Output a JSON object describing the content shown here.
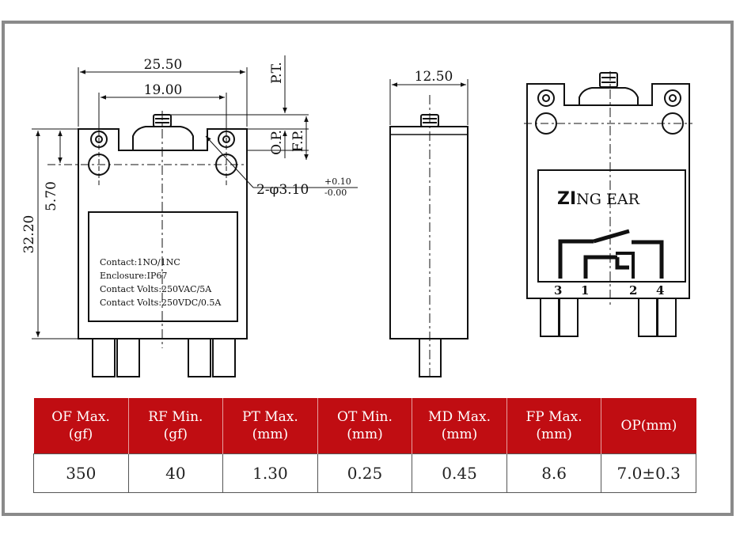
{
  "dimensions": {
    "width_overall": "25.50",
    "hole_spacing": "19.00",
    "height_overall": "32.20",
    "height_partial": "5.70",
    "depth": "12.50",
    "pt": "P.T.",
    "op": "O.P.",
    "fp": "F.P.",
    "hole_prefix": "2-φ3.10",
    "hole_tol_plus": "+0.10",
    "hole_tol_minus": "-0.00"
  },
  "front_label": {
    "line1": "Contact:1NO/1NC",
    "line2": "Enclosure:IP67",
    "line3": "Contact Volts:250VAC/5A",
    "line4": "Contact Volts:250VDC/0.5A"
  },
  "rear_label": {
    "brand_bold": "ZI",
    "brand_rest": "NG EAR",
    "terminals": [
      "3",
      "1",
      "2",
      "4"
    ]
  },
  "table": {
    "headers": [
      {
        "line1": "OF Max.",
        "line2": "(gf)"
      },
      {
        "line1": "RF Min.",
        "line2": "(gf)"
      },
      {
        "line1": "PT Max.",
        "line2": "(mm)"
      },
      {
        "line1": "OT Min.",
        "line2": "(mm)"
      },
      {
        "line1": "MD Max.",
        "line2": "(mm)"
      },
      {
        "line1": "FP Max.",
        "line2": "(mm)"
      },
      {
        "line1": "OP(mm)",
        "line2": ""
      }
    ],
    "values": [
      "350",
      "40",
      "1.30",
      "0.25",
      "0.45",
      "8.6",
      "7.0±0.3"
    ]
  },
  "colors": {
    "header_bg": "#c00d12",
    "frame": "#888888"
  }
}
